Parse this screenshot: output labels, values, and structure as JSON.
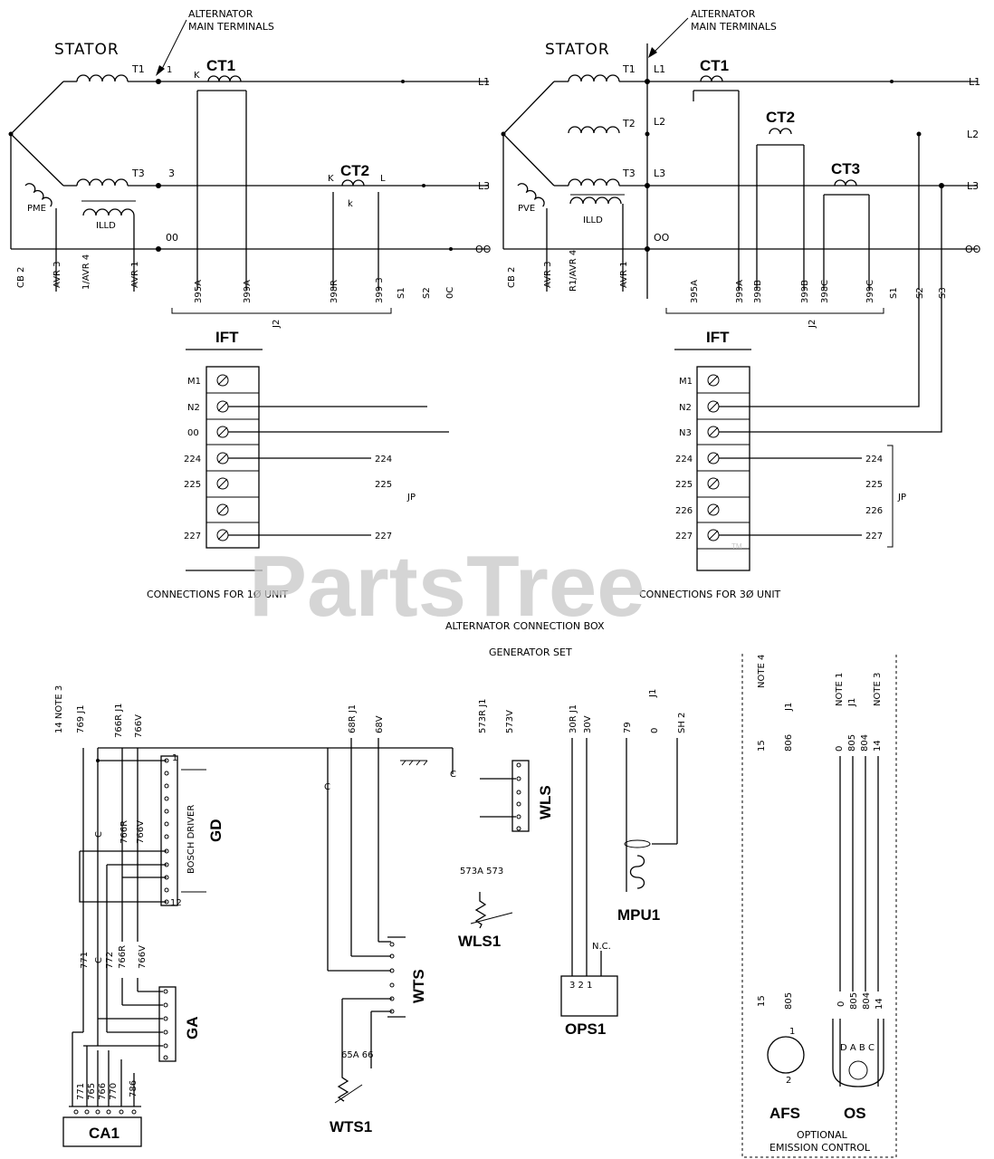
{
  "watermark": {
    "text": "PartsTree",
    "tm": "TM"
  },
  "captions": {
    "single_phase": "CONNECTIONS FOR 1Ø UNIT",
    "three_phase": "CONNECTIONS FOR 3Ø UNIT",
    "box": "ALTERNATOR CONNECTION BOX",
    "genset": "GENERATOR SET",
    "optional_1": "OPTIONAL",
    "optional_2": "EMISSION CONTROL"
  },
  "left": {
    "stator": "STATOR",
    "alt_1": "ALTERNATOR",
    "alt_2": "MAIN TERMINALS",
    "ct1": "CT1",
    "ct2": "CT2",
    "t1": "T1",
    "t3": "T3",
    "l1_small": "1",
    "k1": "K",
    "pme": "PME",
    "illd": "ILLD",
    "n3": "3",
    "n00": "00",
    "k2": "K",
    "lcap": "L",
    "ksmall": "k",
    "L1": "L1",
    "L3": "L3",
    "OO": "OO",
    "bottom": [
      "CB 2",
      "AVR 3",
      "1/AVR 4",
      "AVR 1",
      "395A",
      "399A",
      "398R",
      "399 3",
      "S1",
      "S2",
      "0C"
    ],
    "j2": "J2",
    "ift": "IFT",
    "rows": [
      "M1",
      "N2",
      "00",
      "224",
      "225",
      "",
      "227"
    ],
    "wires": [
      "224",
      "225",
      "227"
    ],
    "jp": "JP"
  },
  "right": {
    "stator": "STATOR",
    "alt_1": "ALTERNATOR",
    "alt_2": "MAIN TERMINALS",
    "ct1": "CT1",
    "ct2": "CT2",
    "ct3": "CT3",
    "t1": "T1",
    "t2": "T2",
    "t3": "T3",
    "L1": "L1",
    "L2": "L2",
    "L3": "L3",
    "OO": "OO",
    "l1i": "L1",
    "l2i": "L2",
    "l3i": "L3",
    "ooi": "OO",
    "pve": "PVE",
    "illd": "ILLD",
    "bottom": [
      "CB 2",
      "AVR 3",
      "R1/AVR 4",
      "AVR 1",
      "395A",
      "399A",
      "398B",
      "399B",
      "398C",
      "399C",
      "S1",
      "S2",
      "S3"
    ],
    "j2": "J2",
    "ift": "IFT",
    "rows": [
      "M1",
      "N2",
      "N3",
      "224",
      "225",
      "226",
      "227"
    ],
    "wires": [
      "224",
      "225",
      "226",
      "227"
    ],
    "jp": "JP"
  },
  "lower": {
    "top_labels": [
      "14 NOTE 3",
      "769 J1",
      "766R J1",
      "766V"
    ],
    "gd": "GD",
    "gd_sub": "BOSCH DRIVER",
    "gd_pins": [
      "1",
      "12"
    ],
    "gd_wires": [
      "C",
      "766R",
      "766V"
    ],
    "wts_labels": [
      "68R J1",
      "68V"
    ],
    "wts_pin": "C",
    "wls_labels": [
      "573R J1",
      "573V"
    ],
    "wls": "WLS",
    "ops_labels": [
      "30R J1",
      "30V"
    ],
    "mpu_labels": [
      "79",
      "0",
      "SH 2",
      "J1"
    ],
    "wls1_labels": "573A 573",
    "wls1": "WLS1",
    "mpu1": "MPU1",
    "wts": "WTS",
    "wts1_labels": "65A 66",
    "wts1": "WTS1",
    "ops1": "OPS1",
    "ops_pins": "3 2 1",
    "nc": "N.C.",
    "ga": "GA",
    "ga_wires": [
      "771",
      "C",
      "772",
      "766R",
      "766V"
    ],
    "ca1": "CA1",
    "ca1_wires": [
      "771",
      "765",
      "766",
      "770",
      "786"
    ],
    "afs": "AFS",
    "os": "OS",
    "opt_top": [
      "15",
      "NOTE 4",
      "806",
      "J1"
    ],
    "os_top": [
      "0",
      "NOTE 1",
      "805",
      "J1",
      "804",
      "14",
      "NOTE 3"
    ],
    "os_mid": [
      "15",
      "805",
      "0",
      "805",
      "804",
      "14"
    ],
    "os_dabc": "D A B C"
  }
}
